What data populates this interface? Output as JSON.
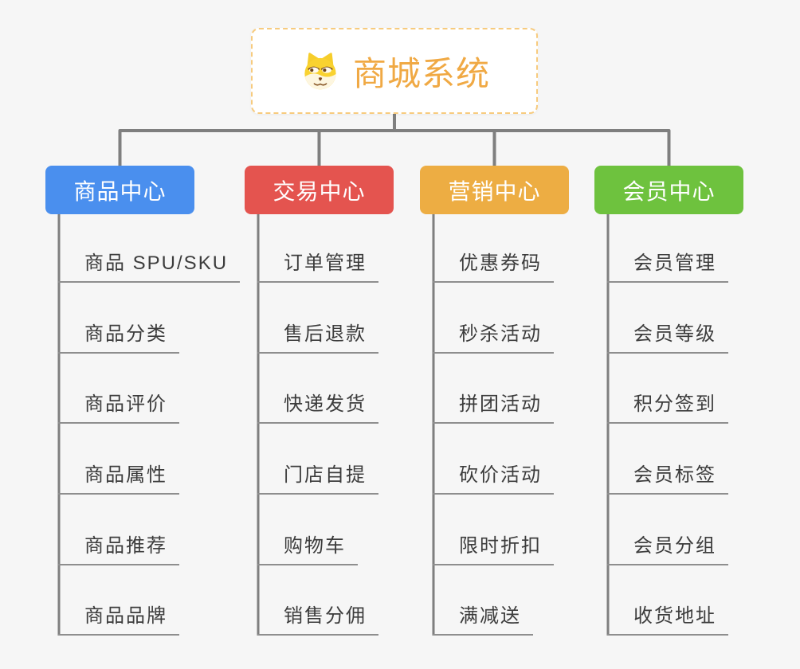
{
  "canvas": {
    "background": "#f6f6f6"
  },
  "root": {
    "label": "商城系统",
    "icon": "doge-icon",
    "text_color": "#f0a944",
    "border_color": "#f7cb7e",
    "background": "#ffffff"
  },
  "connector_color": "#7f7f7f",
  "leaf_underline_color": "#8e8e8e",
  "leaf_text_color": "#3c3c3c",
  "branches": [
    {
      "label": "商品中心",
      "color": "#4a8fee",
      "children": [
        "商品 SPU/SKU",
        "商品分类",
        "商品评价",
        "商品属性",
        "商品推荐",
        "商品品牌"
      ]
    },
    {
      "label": "交易中心",
      "color": "#e4544f",
      "children": [
        "订单管理",
        "售后退款",
        "快递发货",
        "门店自提",
        "购物车",
        "销售分佣"
      ]
    },
    {
      "label": "营销中心",
      "color": "#edad43",
      "children": [
        "优惠券码",
        "秒杀活动",
        "拼团活动",
        "砍价活动",
        "限时折扣",
        "满减送"
      ]
    },
    {
      "label": "会员中心",
      "color": "#6ec23e",
      "children": [
        "会员管理",
        "会员等级",
        "积分签到",
        "会员标签",
        "会员分组",
        "收货地址"
      ]
    }
  ]
}
